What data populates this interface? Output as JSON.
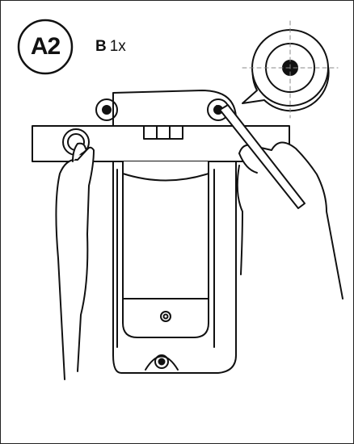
{
  "step": {
    "id": "A2"
  },
  "part": {
    "letter": "B",
    "quantity": "1x"
  },
  "colors": {
    "stroke": "#111111",
    "background": "#ffffff",
    "dash": "#888888"
  },
  "icons": [
    "screw-hole-target-icon",
    "marking-pencil",
    "left-hand",
    "right-hand",
    "mounting-bracket",
    "spirit-level"
  ]
}
